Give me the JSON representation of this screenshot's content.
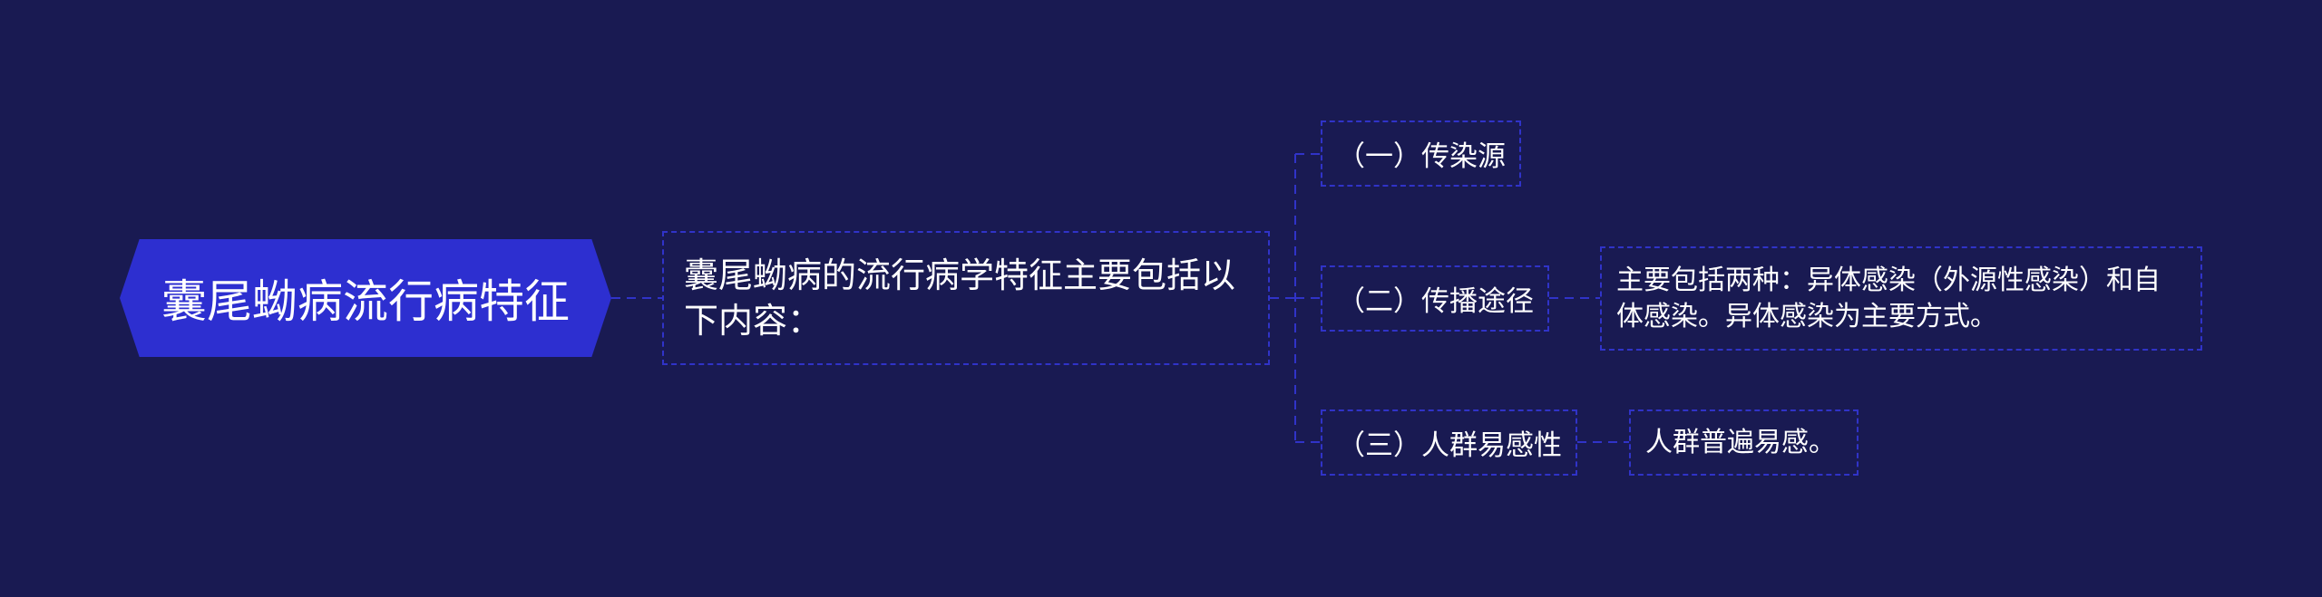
{
  "root": {
    "label": "囊尾蚴病流行病特征"
  },
  "main": {
    "label": "囊尾蚴病的流行病学特征主要包括以下内容："
  },
  "branches": [
    {
      "label": "（一）传染源"
    },
    {
      "label": "（二）传播途径",
      "detail": "主要包括两种：异体感染（外源性感染）和自体感染。异体感染为主要方式。"
    },
    {
      "label": "（三）人群易感性",
      "detail": "人群普遍易感。"
    }
  ],
  "colors": {
    "background": "#191a52",
    "root_fill": "#2d2fd0",
    "connector": "#3033c8",
    "text": "#ffffff"
  }
}
